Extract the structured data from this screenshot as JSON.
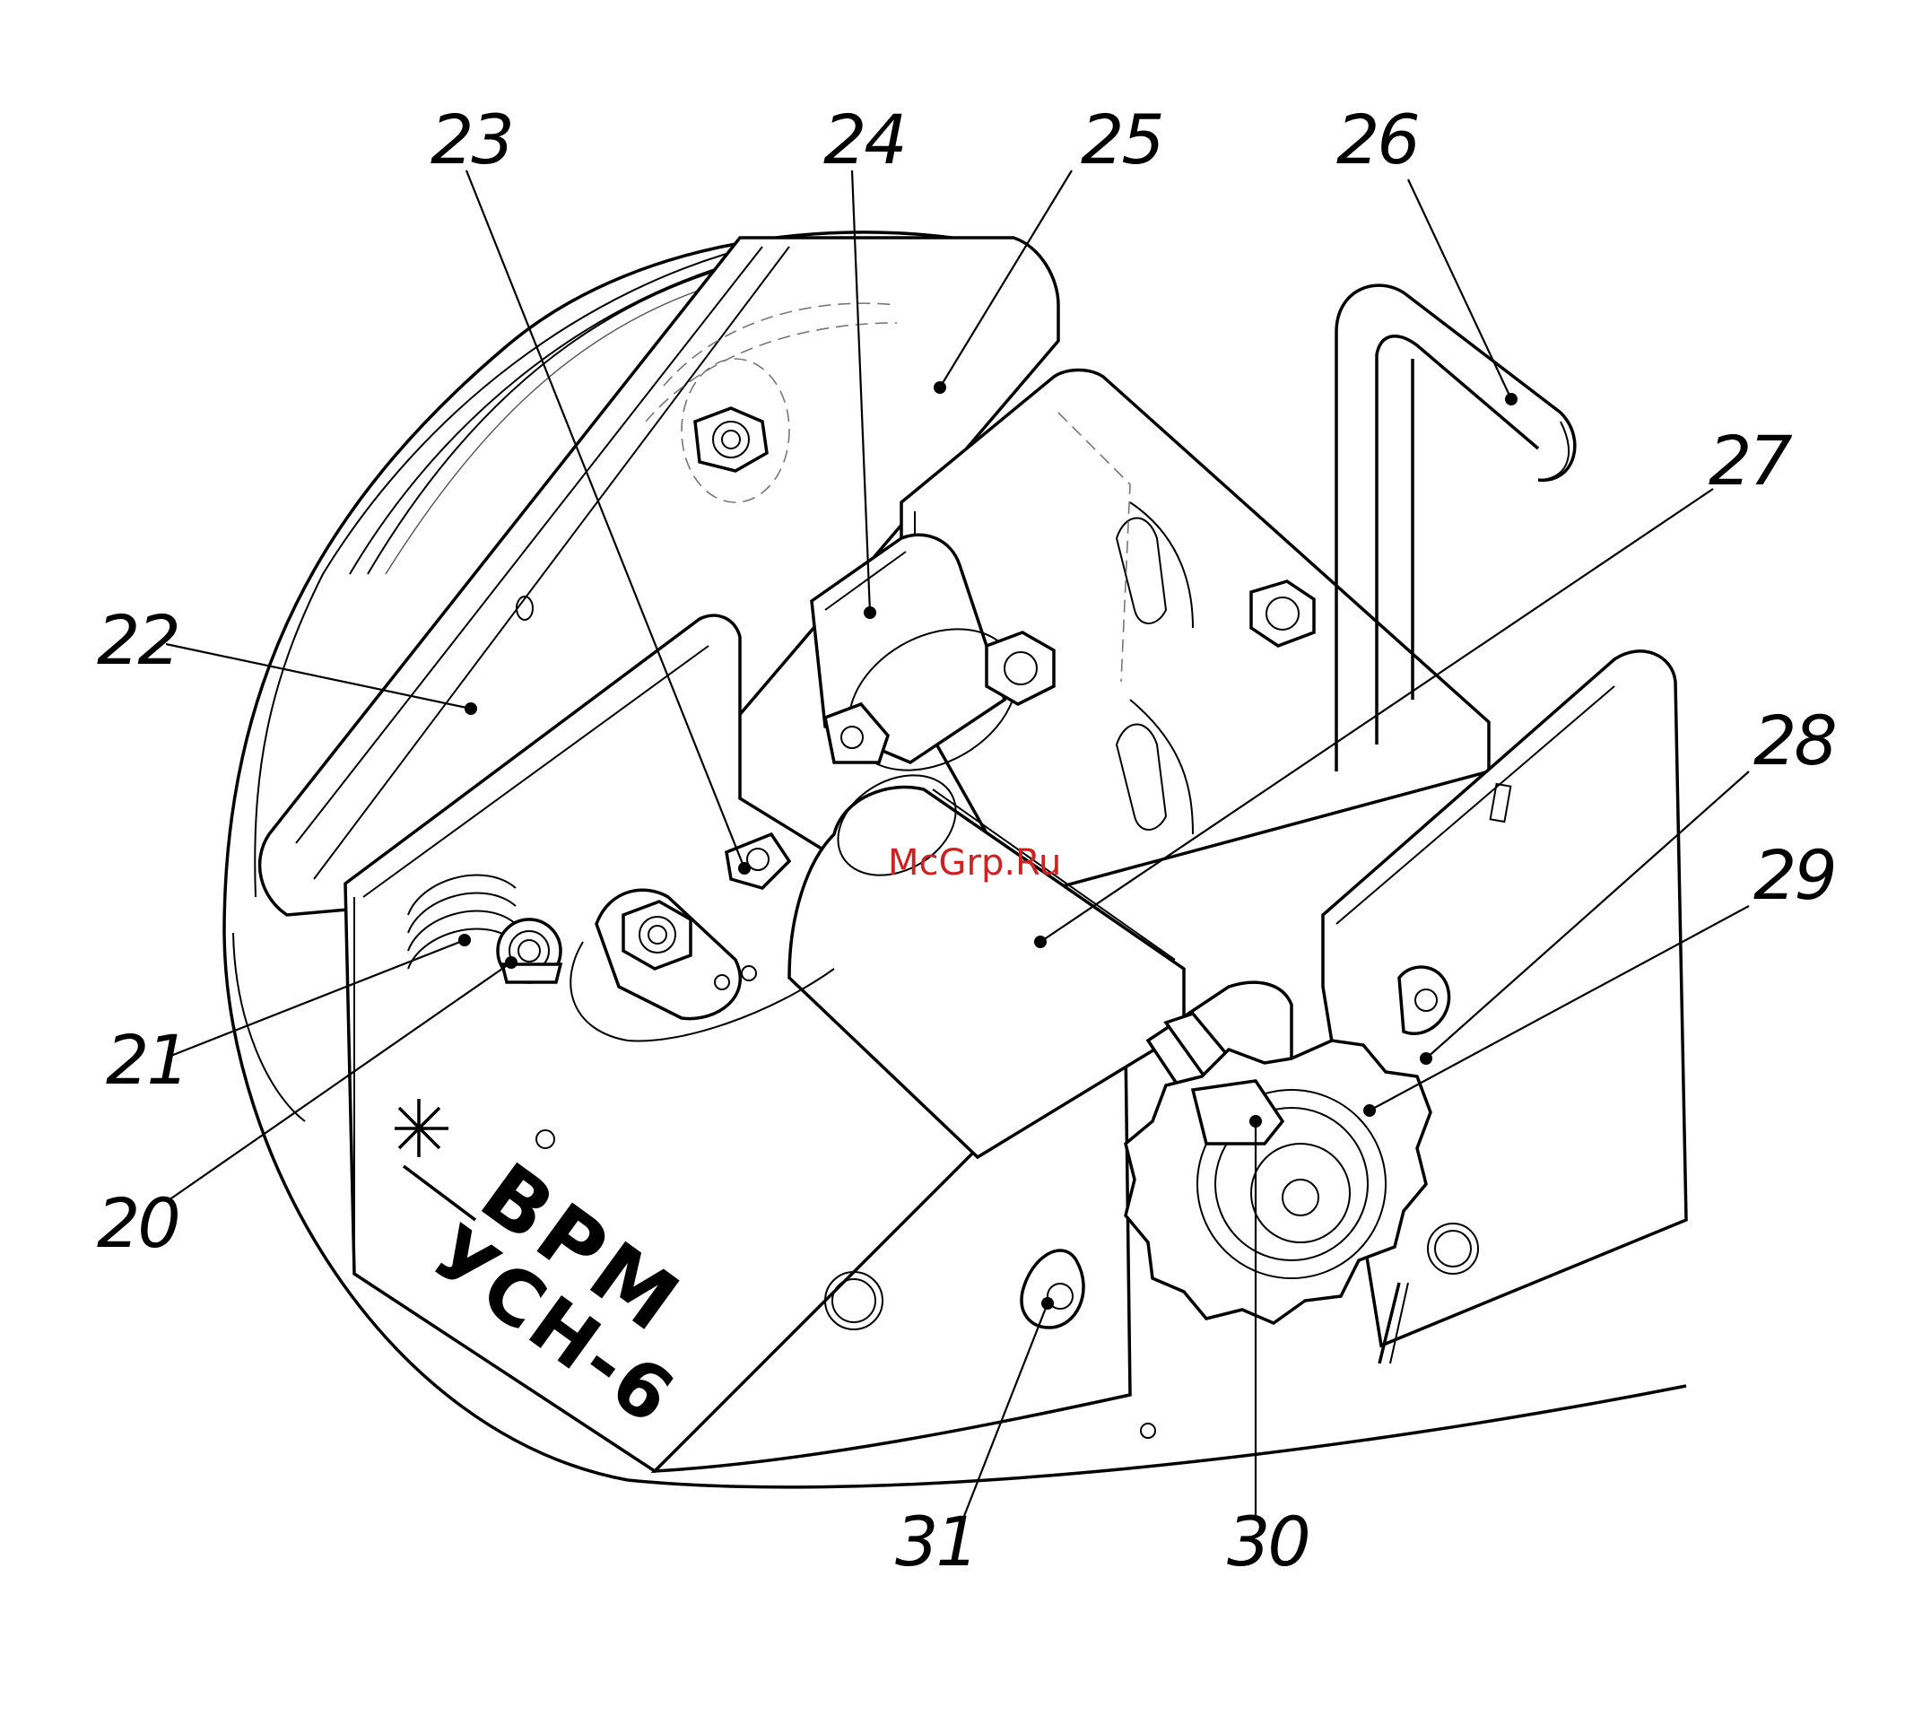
{
  "watermark": {
    "text": "McGrp.Ru",
    "color": "#cc2222"
  },
  "device_marking": {
    "logo": "ВРМ",
    "model": "УСН-6"
  },
  "callouts": [
    {
      "id": "20",
      "label": "20"
    },
    {
      "id": "21",
      "label": "21"
    },
    {
      "id": "22",
      "label": "22"
    },
    {
      "id": "23",
      "label": "23"
    },
    {
      "id": "24",
      "label": "24"
    },
    {
      "id": "25",
      "label": "25"
    },
    {
      "id": "26",
      "label": "26"
    },
    {
      "id": "27",
      "label": "27"
    },
    {
      "id": "28",
      "label": "28"
    },
    {
      "id": "29",
      "label": "29"
    },
    {
      "id": "30",
      "label": "30"
    },
    {
      "id": "31",
      "label": "31"
    }
  ]
}
